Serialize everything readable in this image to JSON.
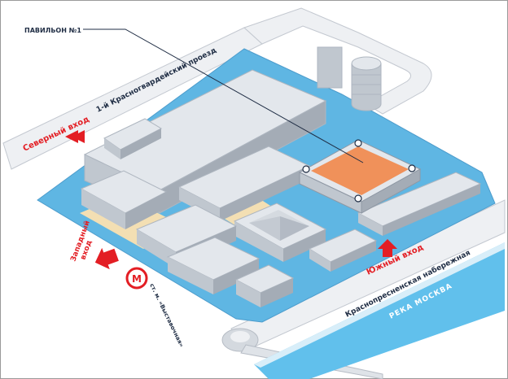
{
  "labels": {
    "pavilion": "ПАВИЛЬОН №1",
    "north_entrance": "Северный вход",
    "west_entrance_line1": "Западный",
    "west_entrance_line2": "вход",
    "south_entrance": "Южный вход",
    "passage": "1-й Красногвардейский проезд",
    "embankment": "Краснопресненская набережная",
    "river": "РЕКА МОСКВА",
    "metro_station": "ст. м. «Выставочная»",
    "metro_letter": "M"
  },
  "colors": {
    "site_ground": "#5fb6e3",
    "road": "#eef0f3",
    "road_edge": "#c3c8d0",
    "river": "#61c0ec",
    "river_stripe": "#d8eef9",
    "building_light": "#e3e7ec",
    "building_side": "#c0c7cf",
    "building_dark": "#a4acb6",
    "pavilion_highlight": "#f0915a",
    "entrance_red": "#e31e24",
    "text_dark": "#1f2d44",
    "sand": "#f3dfb3"
  },
  "icons": {
    "metro": "metro-m-logo",
    "entrance": "red-arrow"
  }
}
